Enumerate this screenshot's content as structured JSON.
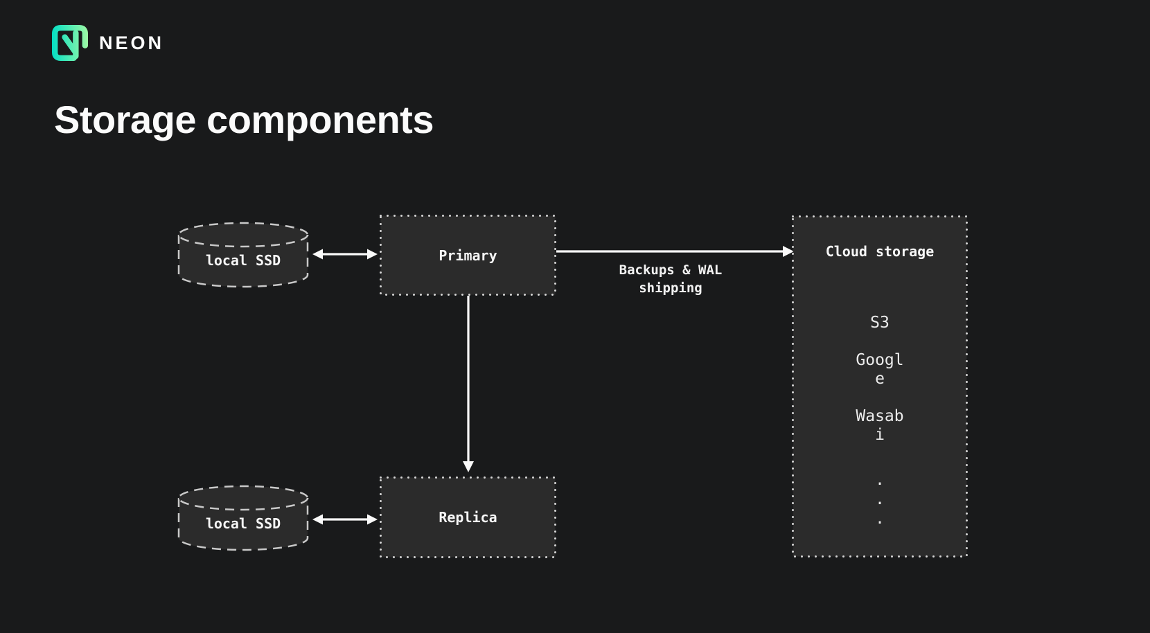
{
  "brand": {
    "wordmark": "NEON"
  },
  "page": {
    "title": "Storage components",
    "background": "#191a1b",
    "box_fill": "#2b2b2b",
    "border_color": "#d6d6d6",
    "arrow_color": "#fafafa",
    "logo_gradient": {
      "from": "#04dfc4",
      "to": "#9df9a5"
    }
  },
  "diagram": {
    "local_ssd_top": {
      "label": "local SSD"
    },
    "local_ssd_bottom": {
      "label": "local SSD"
    },
    "primary": {
      "label": "Primary"
    },
    "replica": {
      "label": "Replica"
    },
    "backup_arrow": {
      "label": "Backups & WAL shipping"
    },
    "cloud": {
      "title": "Cloud storage",
      "items": [
        "S3",
        "Google",
        "Wasabi"
      ],
      "ellipsis": [
        ".",
        ".",
        "."
      ]
    }
  }
}
